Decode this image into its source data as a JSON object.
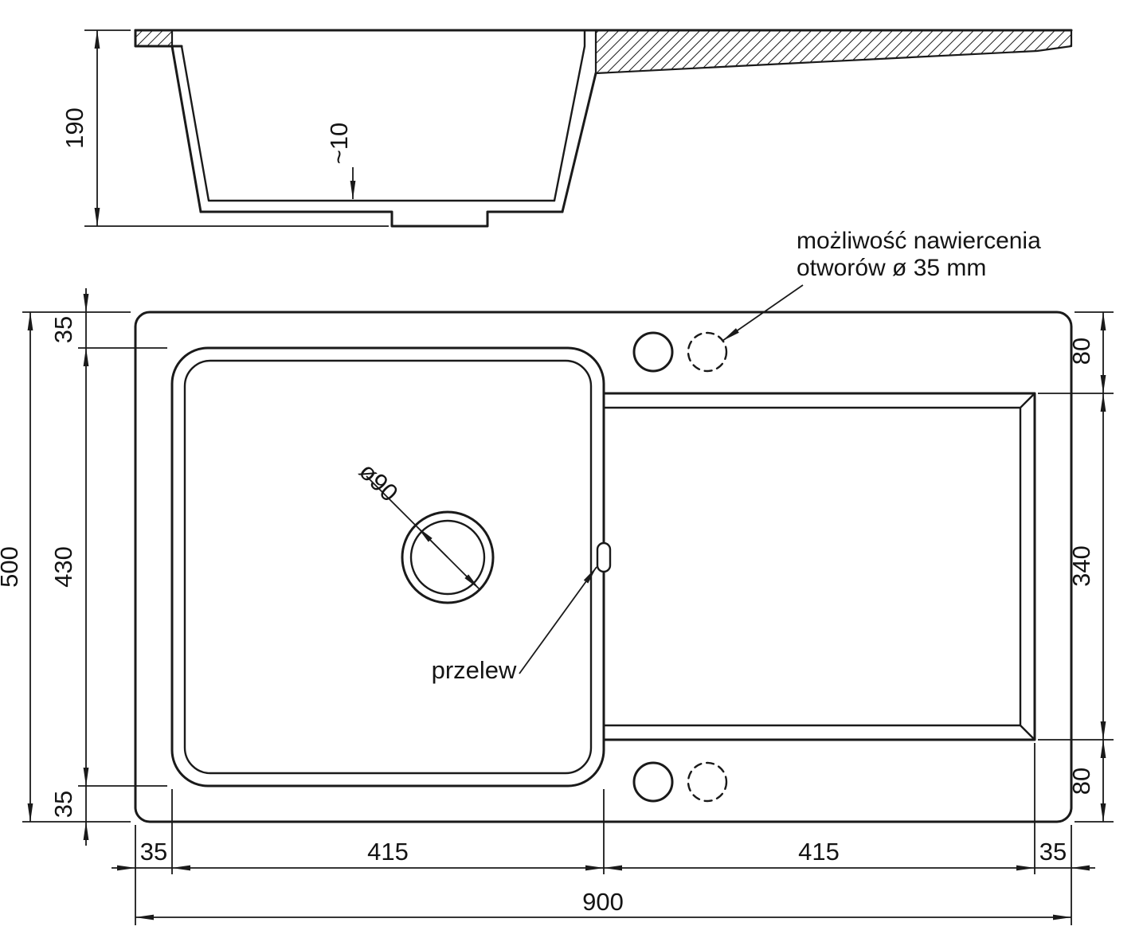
{
  "colors": {
    "ink": "#1a1a1a",
    "background": "#ffffff"
  },
  "section_view": {
    "depth_total": "190",
    "bottom_note": "~10"
  },
  "plan_view": {
    "width_total": "900",
    "height_total": "500",
    "bottom_margin_left": "35",
    "bottom_basin_width": "415",
    "bottom_drainer_width": "415",
    "bottom_margin_right": "35",
    "left_margin_top": "35",
    "left_basin_height": "430",
    "left_margin_bottom": "35",
    "right_offset_top": "80",
    "right_drainer_height": "340",
    "right_offset_bottom": "80",
    "drain_diameter": "ø90",
    "overflow_label": "przelew",
    "note_line1": "możliwość nawiercenia",
    "note_line2": "otworów ø 35 mm"
  }
}
